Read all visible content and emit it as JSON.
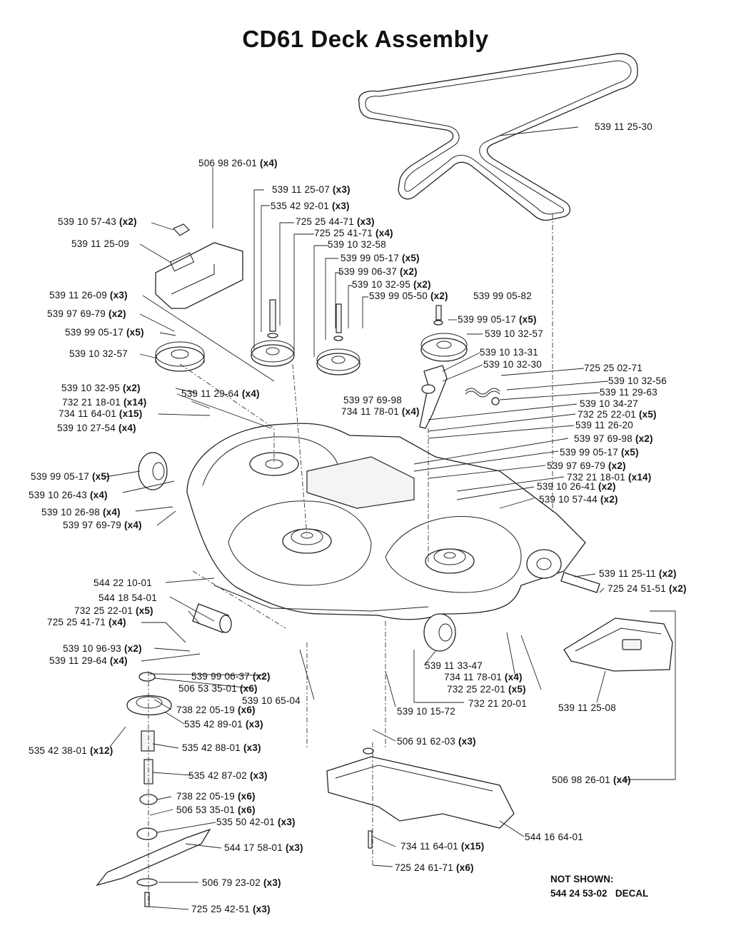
{
  "title": "CD61 Deck Assembly",
  "labels": [
    {
      "id": "belt",
      "part": "539 11 25-30",
      "qty": ""
    },
    {
      "id": "bolt-top-cover",
      "part": "506 98 26-01",
      "qty": "(x4)"
    },
    {
      "id": "pulley-bolt",
      "part": "539 11 25-07",
      "qty": "(x3)"
    },
    {
      "id": "washer-a",
      "part": "535 42 92-01",
      "qty": "(x3)"
    },
    {
      "id": "clip-top",
      "part": "539 10 57-43",
      "qty": "(x2)"
    },
    {
      "id": "nut-a",
      "part": "725 25 44-71",
      "qty": "(x3)"
    },
    {
      "id": "nut-b",
      "part": "725 25 41-71",
      "qty": "(x4)"
    },
    {
      "id": "cover-left",
      "part": "539 11 25-09",
      "qty": ""
    },
    {
      "id": "pulley-idler",
      "part": "539 10 32-58",
      "qty": ""
    },
    {
      "id": "washer-b",
      "part": "539 99 05-17",
      "qty": "(x5)"
    },
    {
      "id": "spacer-b",
      "part": "539 99 06-37",
      "qty": "(x2)"
    },
    {
      "id": "bushing-a",
      "part": "539 10 32-95",
      "qty": "(x2)"
    },
    {
      "id": "bolt-c",
      "part": "539 99 05-50",
      "qty": "(x2)"
    },
    {
      "id": "bolt-d",
      "part": "539 99 05-82",
      "qty": ""
    },
    {
      "id": "bracket-left",
      "part": "539 11 26-09",
      "qty": "(x3)"
    },
    {
      "id": "pin-left",
      "part": "539 97 69-79",
      "qty": "(x2)"
    },
    {
      "id": "washer-right",
      "part": "539 99 05-17",
      "qty": "(x5)"
    },
    {
      "id": "washer-left",
      "part": "539 99 05-17",
      "qty": "(x5)"
    },
    {
      "id": "pulley-right",
      "part": "539 10 32-57",
      "qty": ""
    },
    {
      "id": "pulley-left",
      "part": "539 10 32-57",
      "qty": ""
    },
    {
      "id": "arm-right",
      "part": "539 10 13-31",
      "qty": ""
    },
    {
      "id": "pulley-arm",
      "part": "539 10 32-30",
      "qty": ""
    },
    {
      "id": "bolt-spring",
      "part": "725 25 02-71",
      "qty": ""
    },
    {
      "id": "bushing-left",
      "part": "539 10 32-95",
      "qty": "(x2)"
    },
    {
      "id": "spring",
      "part": "539 10 32-56",
      "qty": ""
    },
    {
      "id": "nut-spring",
      "part": "539 11 29-63",
      "qty": ""
    },
    {
      "id": "nut-c",
      "part": "539 11 29-64",
      "qty": "(x4)"
    },
    {
      "id": "pin-arm",
      "part": "539 97 69-98",
      "qty": ""
    },
    {
      "id": "screw-a",
      "part": "732 21 18-01",
      "qty": "(x14)"
    },
    {
      "id": "screw-b",
      "part": "734 11 64-01",
      "qty": "(x15)"
    },
    {
      "id": "screw-c",
      "part": "734 11 78-01",
      "qty": "(x4)"
    },
    {
      "id": "bolt-e",
      "part": "539 10 34-27",
      "qty": ""
    },
    {
      "id": "axle-left",
      "part": "539 10 27-54",
      "qty": "(x4)"
    },
    {
      "id": "screw-d",
      "part": "732 25 22-01",
      "qty": "(x5)"
    },
    {
      "id": "bracket-mid",
      "part": "539 11 26-20",
      "qty": ""
    },
    {
      "id": "pin-mid",
      "part": "539 97 69-98",
      "qty": "(x2)"
    },
    {
      "id": "washer-mid",
      "part": "539 99 05-17",
      "qty": "(x5)"
    },
    {
      "id": "washer-wheel",
      "part": "539 99 05-17",
      "qty": "(x5)"
    },
    {
      "id": "pin-mid-b",
      "part": "539 97 69-79",
      "qty": "(x2)"
    },
    {
      "id": "screw-mid",
      "part": "732 21 18-01",
      "qty": "(x14)"
    },
    {
      "id": "wheel-left",
      "part": "539 10 26-43",
      "qty": "(x4)"
    },
    {
      "id": "bushing-wheel",
      "part": "539 10 26-41",
      "qty": "(x2)"
    },
    {
      "id": "wheel-spacer",
      "part": "539 10 26-98",
      "qty": "(x4)"
    },
    {
      "id": "clip-mid",
      "part": "539 10 57-44",
      "qty": "(x2)"
    },
    {
      "id": "pin-wheel",
      "part": "539 97 69-79",
      "qty": "(x4)"
    },
    {
      "id": "axle-right",
      "part": "539 11 25-11",
      "qty": "(x2)"
    },
    {
      "id": "bolt-axle-right",
      "part": "725 24 51-51",
      "qty": "(x2)"
    },
    {
      "id": "rod",
      "part": "544 22 10-01",
      "qty": ""
    },
    {
      "id": "roller",
      "part": "544 18 54-01",
      "qty": ""
    },
    {
      "id": "screw-roller",
      "part": "732 25 22-01",
      "qty": "(x5)"
    },
    {
      "id": "nut-roller",
      "part": "725 25 41-71",
      "qty": "(x4)"
    },
    {
      "id": "chain",
      "part": "539 10 96-93",
      "qty": "(x2)"
    },
    {
      "id": "nut-chain",
      "part": "539 11 29-64",
      "qty": "(x4)"
    },
    {
      "id": "spacer-low",
      "part": "539 99 06-37",
      "qty": "(x2)"
    },
    {
      "id": "bearing-top",
      "part": "506 53 35-01",
      "qty": "(x6)"
    },
    {
      "id": "bolt-low",
      "part": "539 10 65-04",
      "qty": ""
    },
    {
      "id": "bearing-a",
      "part": "738 22 05-19",
      "qty": "(x6)"
    },
    {
      "id": "housing",
      "part": "535 42 89-01",
      "qty": "(x3)"
    },
    {
      "id": "screw-housing",
      "part": "535 42 38-01",
      "qty": "(x12)"
    },
    {
      "id": "wheel-front",
      "part": "539 11 33-47",
      "qty": ""
    },
    {
      "id": "screw-front",
      "part": "734 11 78-01",
      "qty": "(x4)"
    },
    {
      "id": "screw-front-b",
      "part": "732 25 22-01",
      "qty": "(x5)"
    },
    {
      "id": "screw-front-c",
      "part": "732 21 20-01",
      "qty": ""
    },
    {
      "id": "shaft-pin",
      "part": "539 10 15-72",
      "qty": ""
    },
    {
      "id": "cover-right",
      "part": "539 11 25-08",
      "qty": ""
    },
    {
      "id": "nut-baffle",
      "part": "506 91 62-03",
      "qty": "(x3)"
    },
    {
      "id": "shaft-spacer",
      "part": "535 42 88-01",
      "qty": "(x3)"
    },
    {
      "id": "shaft",
      "part": "535 42 87-02",
      "qty": "(x3)"
    },
    {
      "id": "bolt-cover-right",
      "part": "506 98 26-01",
      "qty": "(x4)"
    },
    {
      "id": "bearing-b",
      "part": "738 22 05-19",
      "qty": "(x6)"
    },
    {
      "id": "bearing-low",
      "part": "506 53 35-01",
      "qty": "(x6)"
    },
    {
      "id": "hub",
      "part": "535 50 42-01",
      "qty": "(x3)"
    },
    {
      "id": "baffle",
      "part": "544 16 64-01",
      "qty": ""
    },
    {
      "id": "blade",
      "part": "544 17 58-01",
      "qty": "(x3)"
    },
    {
      "id": "screw-baffle",
      "part": "734 11 64-01",
      "qty": "(x15)"
    },
    {
      "id": "bolt-baffle",
      "part": "725 24 61-71",
      "qty": "(x6)"
    },
    {
      "id": "blade-washer",
      "part": "506 79 23-02",
      "qty": "(x3)"
    },
    {
      "id": "blade-bolt",
      "part": "725 25 42-51",
      "qty": "(x3)"
    }
  ],
  "not_shown": {
    "heading": "NOT SHOWN:",
    "part": "544 24 53-02",
    "desc": "DECAL"
  }
}
